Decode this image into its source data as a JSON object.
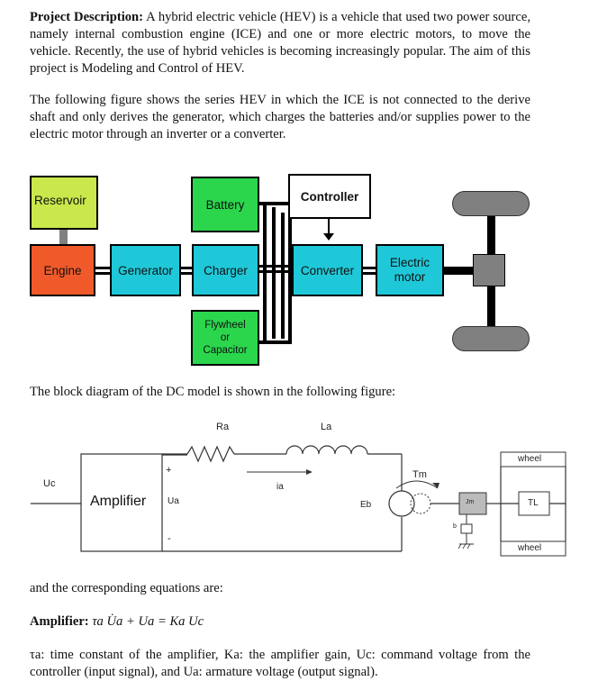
{
  "intro": {
    "heading": "Project Description:",
    "body": "A hybrid electric vehicle (HEV) is a vehicle that used two power source, namely internal combustion engine (ICE) and one or more electric motors, to move the vehicle. Recently, the use of hybrid vehicles is becoming increasingly popular. The aim of this project is Modeling and Control of HEV."
  },
  "figure_intro": "The following figure shows the series HEV in which the ICE is not connected to the derive shaft and only derives the generator, which charges the batteries and/or supplies power to the electric motor through an inverter or a converter.",
  "hev_diagram": {
    "reservoir": "Reservoir",
    "battery": "Battery",
    "controller": "Controller",
    "engine": "Engine",
    "generator": "Generator",
    "charger": "Charger",
    "converter": "Converter",
    "motor_line1": "Electric",
    "motor_line2": "motor",
    "flywheel_line1": "Flywheel",
    "flywheel_line2": "or",
    "flywheel_line3": "Capacitor",
    "colors": {
      "reservoir": "#c8e84b",
      "battery": "#2bd64d",
      "flywheel": "#2bd64d",
      "engine": "#f05a2a",
      "cyan_blocks": "#1fc8d8",
      "wheel": "#808080"
    }
  },
  "dc_intro": "The block diagram of the DC model is shown in the following figure:",
  "dc_diagram": {
    "Ra": "Ra",
    "La": "La",
    "Uc": "Uc",
    "amplifier": "Amplifier",
    "Ua": "Ua",
    "ia": "ia",
    "Eb": "Eb",
    "Tm": "Tm",
    "Jm": "Jm",
    "b": "b",
    "wheel_top": "wheel",
    "wheel_bottom": "wheel",
    "TL": "TL",
    "plus": "+",
    "minus": "-"
  },
  "equations_intro": "and the corresponding equations are:",
  "amplifier_eq": {
    "label": "Amplifier:",
    "equation": "τa U̇a + Ua = Ka Uc"
  },
  "definitions": "τa: time constant of the amplifier, Ka: the amplifier gain, Uc: command voltage from the controller (input signal), and Ua: armature voltage (output signal)."
}
